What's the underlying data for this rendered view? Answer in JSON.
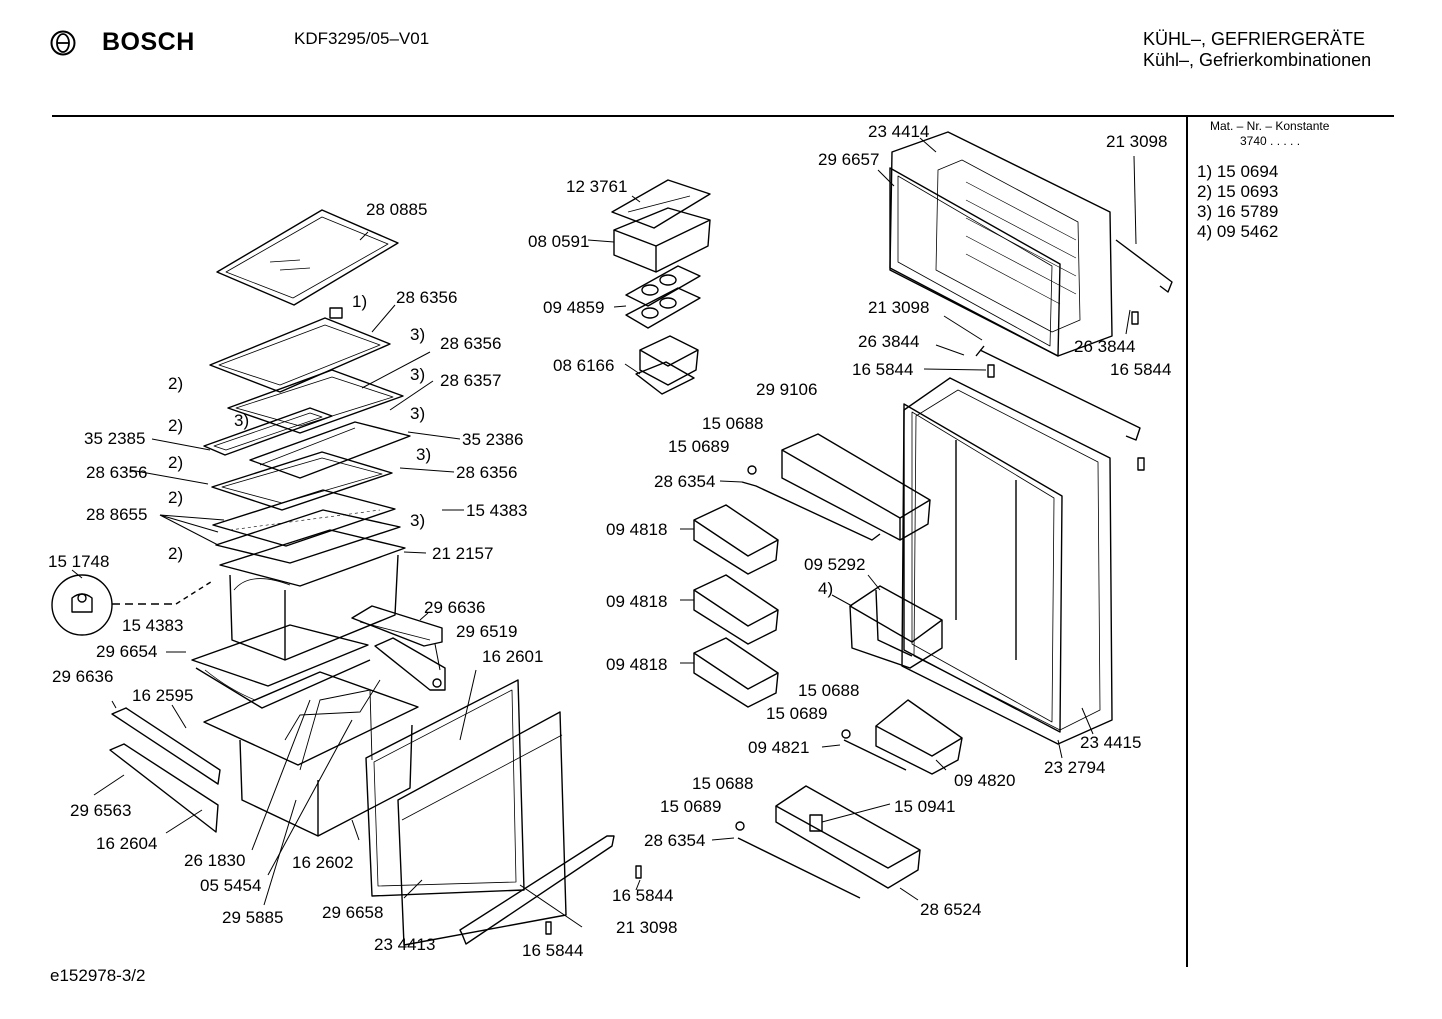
{
  "header": {
    "brand": "BOSCH",
    "model": "KDF3295/05–V01",
    "category": "KÜHL–, GEFRIERGERÄTE",
    "subcategory": "Kühl–, Gefrierkombinationen"
  },
  "sidebar": {
    "mat_label": "Mat. – Nr. – Konstante",
    "mat_constant": "3740 . . . . .",
    "notes": [
      "1) 15 0694",
      "2) 15 0693",
      "3) 16 5789",
      "4) 09 5462"
    ]
  },
  "footer": {
    "doc_id": "e152978-3/2"
  },
  "labels": [
    "28 0885",
    "28 6356",
    "1)",
    "3)",
    "28 6356",
    "3)",
    "28 6357",
    "2)",
    "3)",
    "2)",
    "3)",
    "35 2385",
    "35 2386",
    "2)",
    "3)",
    "28 6356",
    "28 6356",
    "2)",
    "28 8655",
    "3)",
    "15 4383",
    "2)",
    "21 2157",
    "15 1748",
    "15 4383",
    "29 6636",
    "29 6519",
    "29 6654",
    "16 2601",
    "29 6636",
    "16 2595",
    "29 6563",
    "16 2604",
    "26 1830",
    "05 5454",
    "16 2602",
    "29 5885",
    "29 6658",
    "23 4413",
    "16 5844",
    "21 3098",
    "16 5844",
    "12 3761",
    "08 0591",
    "09 4859",
    "08 6166",
    "29 9106",
    "15 0688",
    "15 0689",
    "28 6354",
    "09 4818",
    "09 4818",
    "09 4818",
    "09 5292",
    "4)",
    "15 0688",
    "15 0689",
    "09 4821",
    "09 4820",
    "15 0688",
    "15 0689",
    "15 0941",
    "28 6354",
    "28 6524",
    "23 4414",
    "29 6657",
    "21 3098",
    "21 3098",
    "26 3844",
    "16 5844",
    "26 3844",
    "16 5844",
    "23 4415",
    "23 2794"
  ],
  "icons": {
    "brand_logo": "bosch-armature-icon"
  }
}
